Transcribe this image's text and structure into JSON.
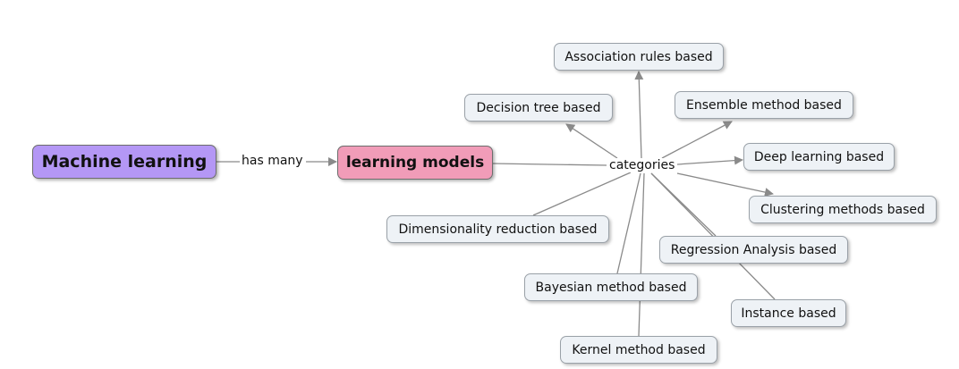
{
  "colors": {
    "root_fill": "#b497f5",
    "models_fill": "#f19cb8",
    "leaf_fill": "#eef2f6",
    "link_stroke": "#8a8a8a"
  },
  "nodes": {
    "root": "Machine learning",
    "models": "learning models",
    "association": "Association rules based",
    "decision_tree": "Decision tree based",
    "ensemble": "Ensemble method based",
    "deep_learning": "Deep learning based",
    "clustering": "Clustering methods based",
    "dimensionality": "Dimensionality reduction based",
    "regression": "Regression Analysis based",
    "bayesian": "Bayesian method based",
    "instance": "Instance based",
    "kernel": "Kernel method based"
  },
  "links": {
    "has_many": "has many",
    "categories": "categories"
  }
}
